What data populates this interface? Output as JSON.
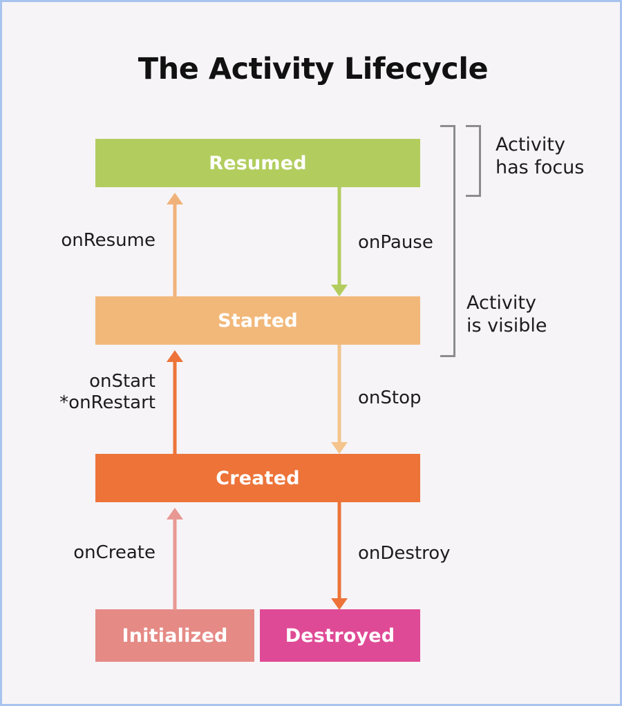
{
  "diagram": {
    "title": "The Activity Lifecycle",
    "background_color": "#f6f4f7",
    "border_color": "#a8c3ee"
  },
  "states": {
    "resumed": {
      "label": "Resumed",
      "color": "#b2cd5e"
    },
    "started": {
      "label": "Started",
      "color": "#f2b87a"
    },
    "created": {
      "label": "Created",
      "color": "#ed7339"
    },
    "initialized": {
      "label": "Initialized",
      "color": "#e58a85"
    },
    "destroyed": {
      "label": "Destroyed",
      "color": "#df4a96"
    }
  },
  "transitions": {
    "on_resume": {
      "label": "onResume",
      "color": "#f0b27a",
      "direction": "up",
      "from": "Started",
      "to": "Resumed"
    },
    "on_pause": {
      "label": "onPause",
      "color": "#b2cd5e",
      "direction": "down",
      "from": "Resumed",
      "to": "Started"
    },
    "on_start": {
      "label": "onStart\n*onRestart",
      "color": "#ed7339",
      "direction": "up",
      "from": "Created",
      "to": "Started"
    },
    "on_stop": {
      "label": "onStop",
      "color": "#f4c48c",
      "direction": "down",
      "from": "Started",
      "to": "Created"
    },
    "on_create": {
      "label": "onCreate",
      "color": "#e89893",
      "direction": "up",
      "from": "Initialized",
      "to": "Created"
    },
    "on_destroy": {
      "label": "onDestroy",
      "color": "#ed7339",
      "direction": "down",
      "from": "Created",
      "to": "Destroyed"
    }
  },
  "annotations": {
    "has_focus": {
      "text": "Activity\nhas focus",
      "bracket_color": "#8c8c8c"
    },
    "is_visible": {
      "text": "Activity\nis visible",
      "bracket_color": "#8c8c8c"
    }
  }
}
